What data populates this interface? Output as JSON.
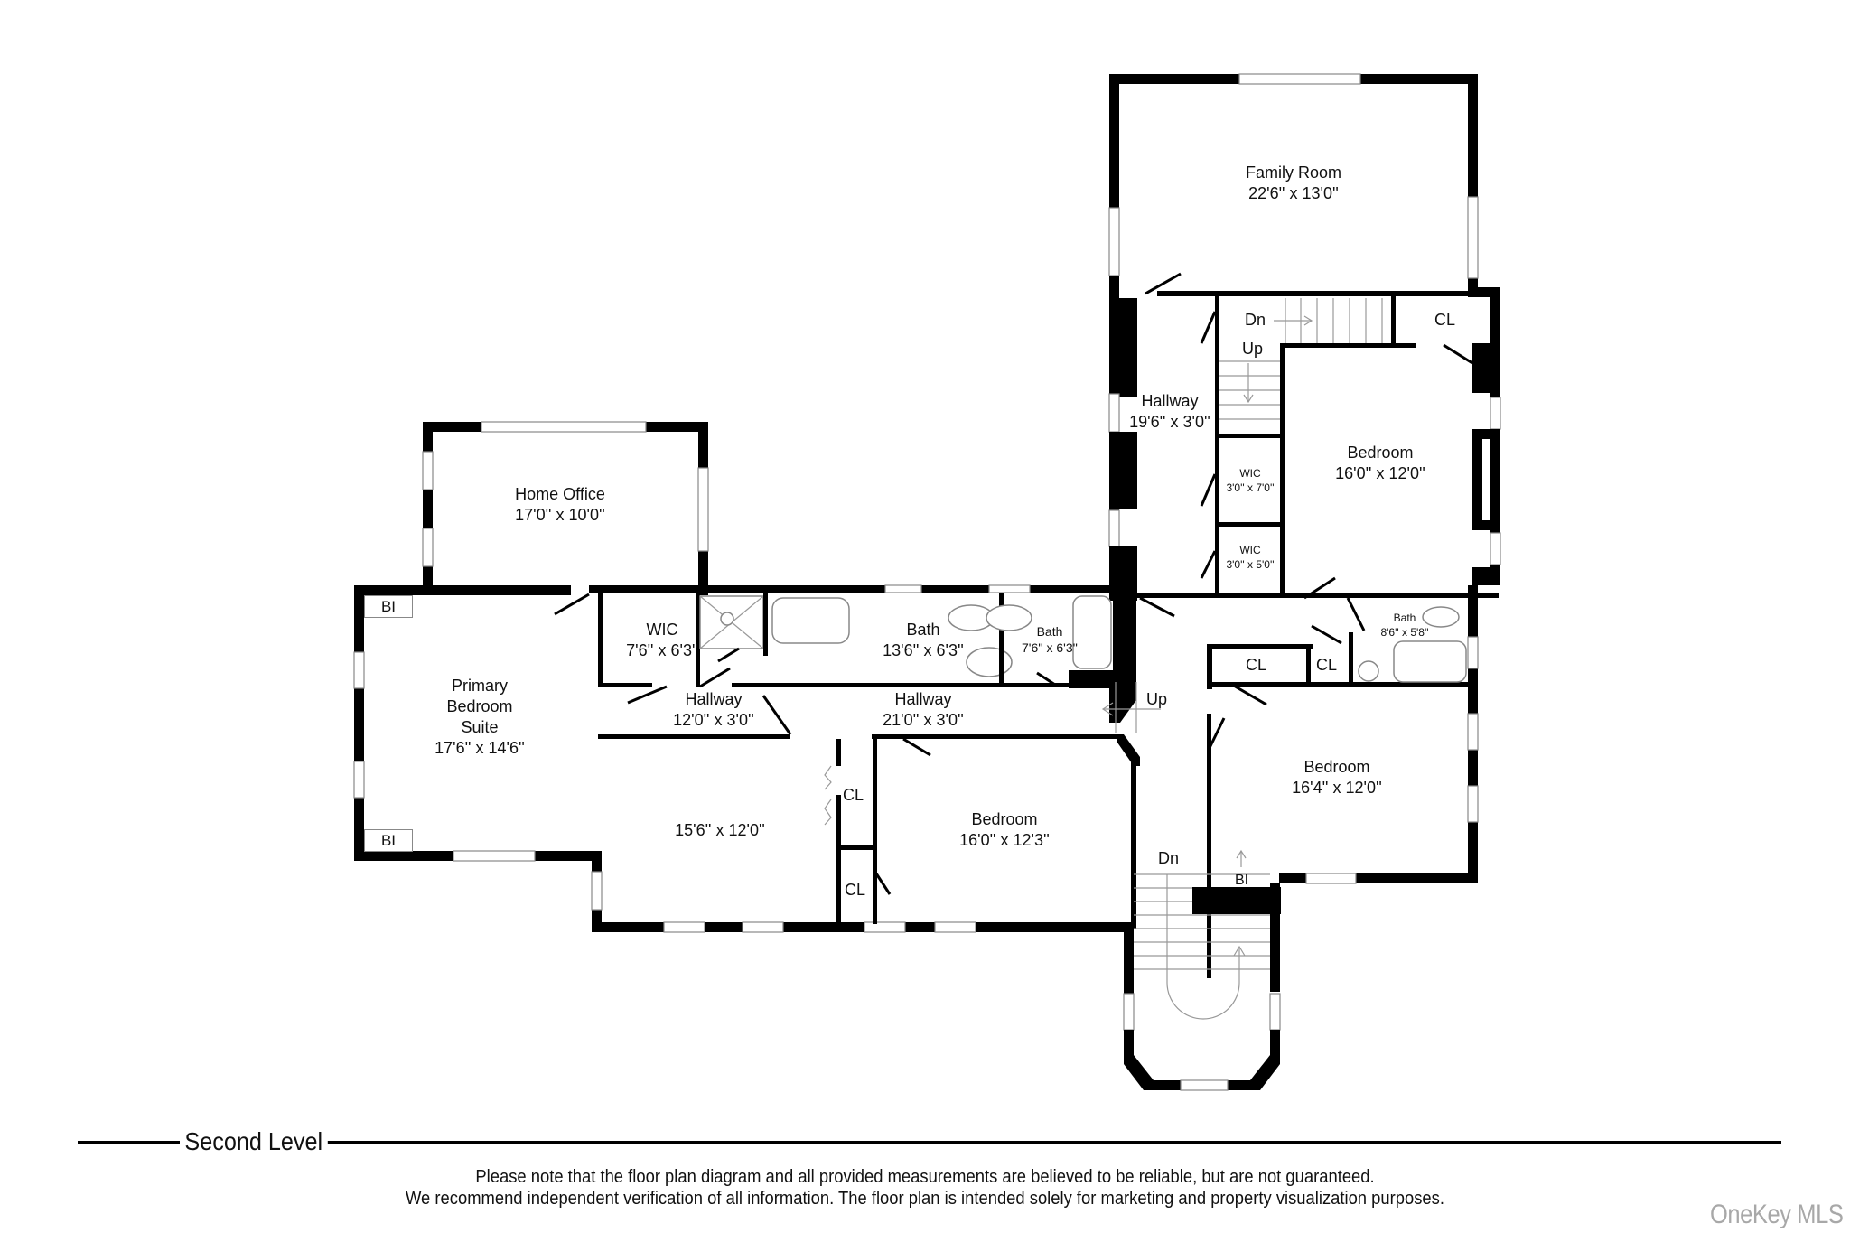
{
  "plan": {
    "level_title": "Second Level",
    "rooms": [
      {
        "id": "family-room",
        "name": "Family Room",
        "dims": "22'6'' x 13'0''"
      },
      {
        "id": "hallway-upper",
        "name": "Hallway",
        "dims": "19'6'' x 3'0''"
      },
      {
        "id": "bedroom-ne",
        "name": "Bedroom",
        "dims": "16'0'' x 12'0''"
      },
      {
        "id": "wic-upper-1",
        "name": "WIC",
        "dims": "3'0'' x 7'0''"
      },
      {
        "id": "wic-upper-2",
        "name": "WIC",
        "dims": "3'0'' x 5'0''"
      },
      {
        "id": "home-office",
        "name": "Home Office",
        "dims": "17'0'' x 10'0''"
      },
      {
        "id": "primary-suite",
        "name": "Primary Bedroom Suite",
        "name_lines": [
          "Primary",
          "Bedroom",
          "Suite"
        ],
        "dims": "17'6'' x 14'6''"
      },
      {
        "id": "wic-primary",
        "name": "WIC",
        "dims": "7'6'' x 6'3''"
      },
      {
        "id": "bath-primary",
        "name": "Bath",
        "dims": "13'6'' x 6'3''"
      },
      {
        "id": "bath-mid",
        "name": "Bath",
        "dims": "7'6'' x 6'3''"
      },
      {
        "id": "bath-east",
        "name": "Bath",
        "dims": "8'6'' x 5'8''"
      },
      {
        "id": "hallway-west",
        "name": "Hallway",
        "dims": "12'0'' x 3'0''"
      },
      {
        "id": "hallway-main",
        "name": "Hallway",
        "dims": "21'0'' x 3'0''"
      },
      {
        "id": "sitting-area",
        "name": "",
        "dims": "15'6'' x 12'0''"
      },
      {
        "id": "bedroom-south",
        "name": "Bedroom",
        "dims": "16'0'' x 12'3''"
      },
      {
        "id": "bedroom-se",
        "name": "Bedroom",
        "dims": "16'4'' x 12'0''"
      }
    ],
    "tags": {
      "closet": "CL",
      "built_in": "BI",
      "stairs_down": "Dn",
      "stairs_up": "Up"
    }
  },
  "footer": {
    "disclaimer_line1": "Please note that the floor plan diagram and all provided measurements are believed to be reliable, but are not guaranteed.",
    "disclaimer_line2": "We recommend independent verification of all information. The floor plan is intended solely for marketing and property visualization purposes.",
    "watermark": "OneKey MLS"
  },
  "colors": {
    "wall": "#000000",
    "window_stroke": "#888888",
    "background": "#ffffff",
    "watermark": "#a8a8a8"
  }
}
